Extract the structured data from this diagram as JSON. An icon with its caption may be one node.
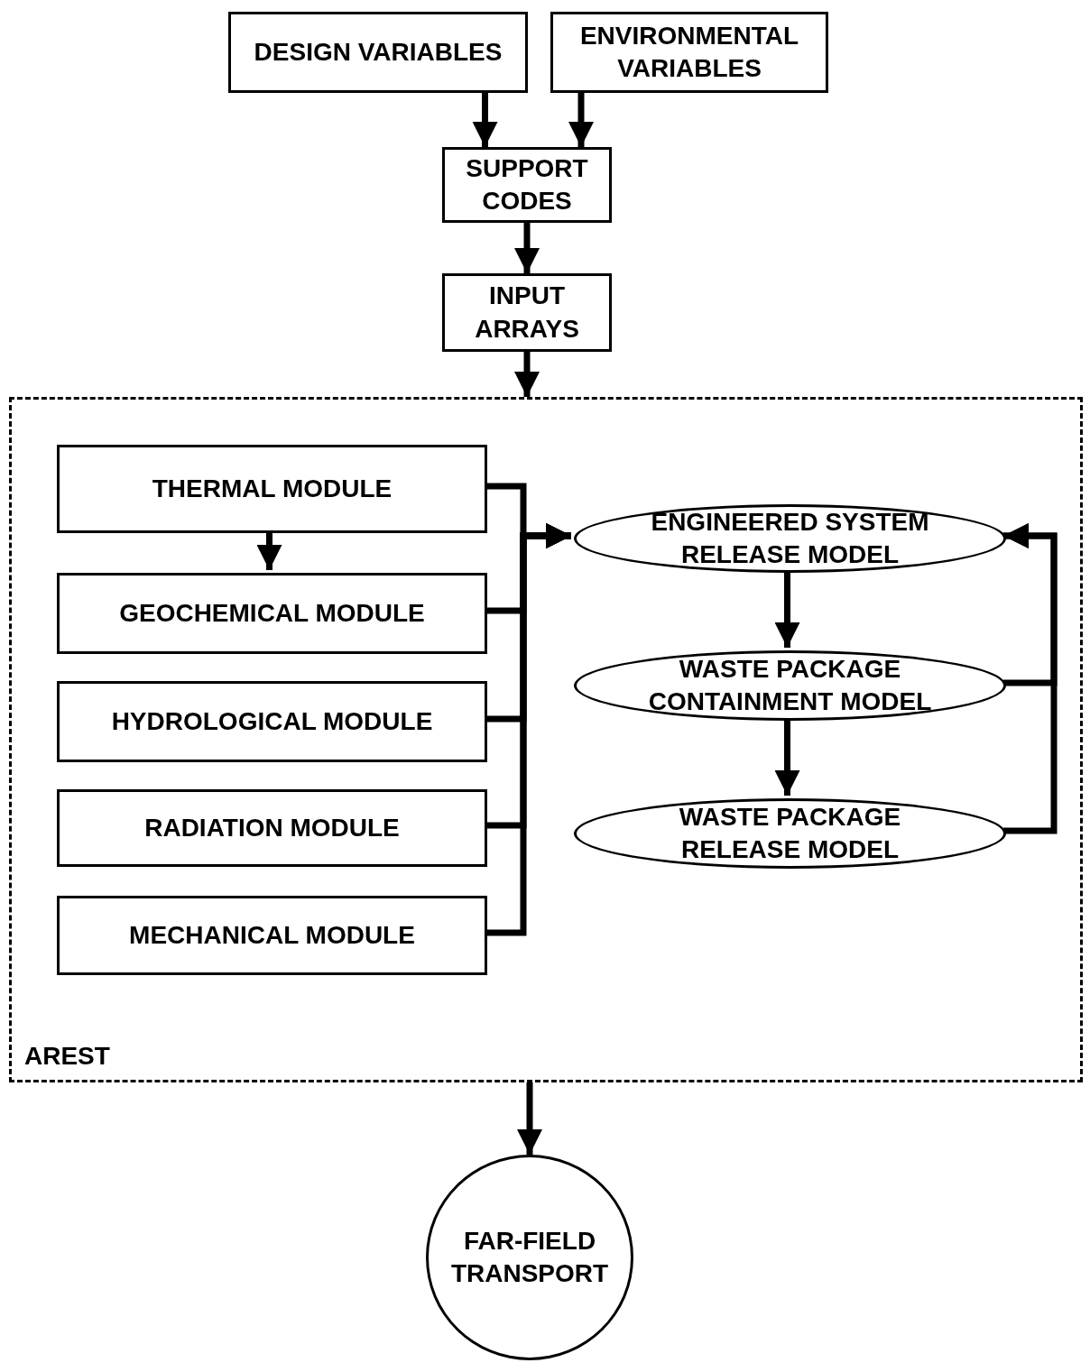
{
  "diagram": {
    "nodes": [
      {
        "text": [
          "DESIGN VARIABLES"
        ]
      },
      {
        "text": [
          "ENVIRONMENTAL VARIABLES"
        ]
      },
      {
        "text": [
          "SUPPORT CODES"
        ]
      },
      {
        "text": [
          "INPUT ARRAYS"
        ]
      },
      {
        "text": [
          "AREST"
        ]
      },
      {
        "text": [
          "THERMAL MODULE"
        ],
        "in": 4
      },
      {
        "text": [
          "GEOCHEMICAL MODULE"
        ],
        "in": 4
      },
      {
        "text": [
          "HYDROLOGICAL MODULE"
        ],
        "in": 4
      },
      {
        "text": [
          "RADIATION MODULE"
        ],
        "in": 4
      },
      {
        "text": [
          "MECHANICAL MODULE"
        ],
        "in": 4
      },
      {
        "text": [
          "ENGINEERED SYSTEM RELEASE MODEL"
        ],
        "in": 4
      },
      {
        "text": [
          "WASTE PACKAGE CONTAINMENT MODEL"
        ],
        "in": 4
      },
      {
        "text": [
          "WASTE PACKAGE RELEASE MODEL"
        ],
        "in": 4
      },
      {
        "text": [
          "FAR-FIELD TRANSPORT"
        ]
      }
    ],
    "edges": [
      {
        "from": 0,
        "to": 2,
        "arrow": "to"
      },
      {
        "from": 1,
        "to": 2,
        "arrow": "to"
      },
      {
        "from": 2,
        "to": 3,
        "arrow": "to"
      },
      {
        "from": 3,
        "to": 4,
        "arrow": "to"
      },
      {
        "from": 5,
        "to": 6,
        "arrow": "to"
      },
      {
        "from": 5,
        "to": 10,
        "arrow": "to"
      },
      {
        "from": 6,
        "to": 10,
        "arrow": "to"
      },
      {
        "from": 7,
        "to": 10,
        "arrow": "to"
      },
      {
        "from": 8,
        "to": 10,
        "arrow": "to"
      },
      {
        "from": 9,
        "to": 10,
        "arrow": "to"
      },
      {
        "from": 10,
        "to": 11,
        "arrow": "to"
      },
      {
        "from": 11,
        "to": 12,
        "arrow": "to"
      },
      {
        "from": 11,
        "to": 10,
        "arrow": "to"
      },
      {
        "from": 12,
        "to": 10,
        "arrow": "to"
      },
      {
        "from": 4,
        "to": 13,
        "arrow": "to"
      }
    ]
  }
}
